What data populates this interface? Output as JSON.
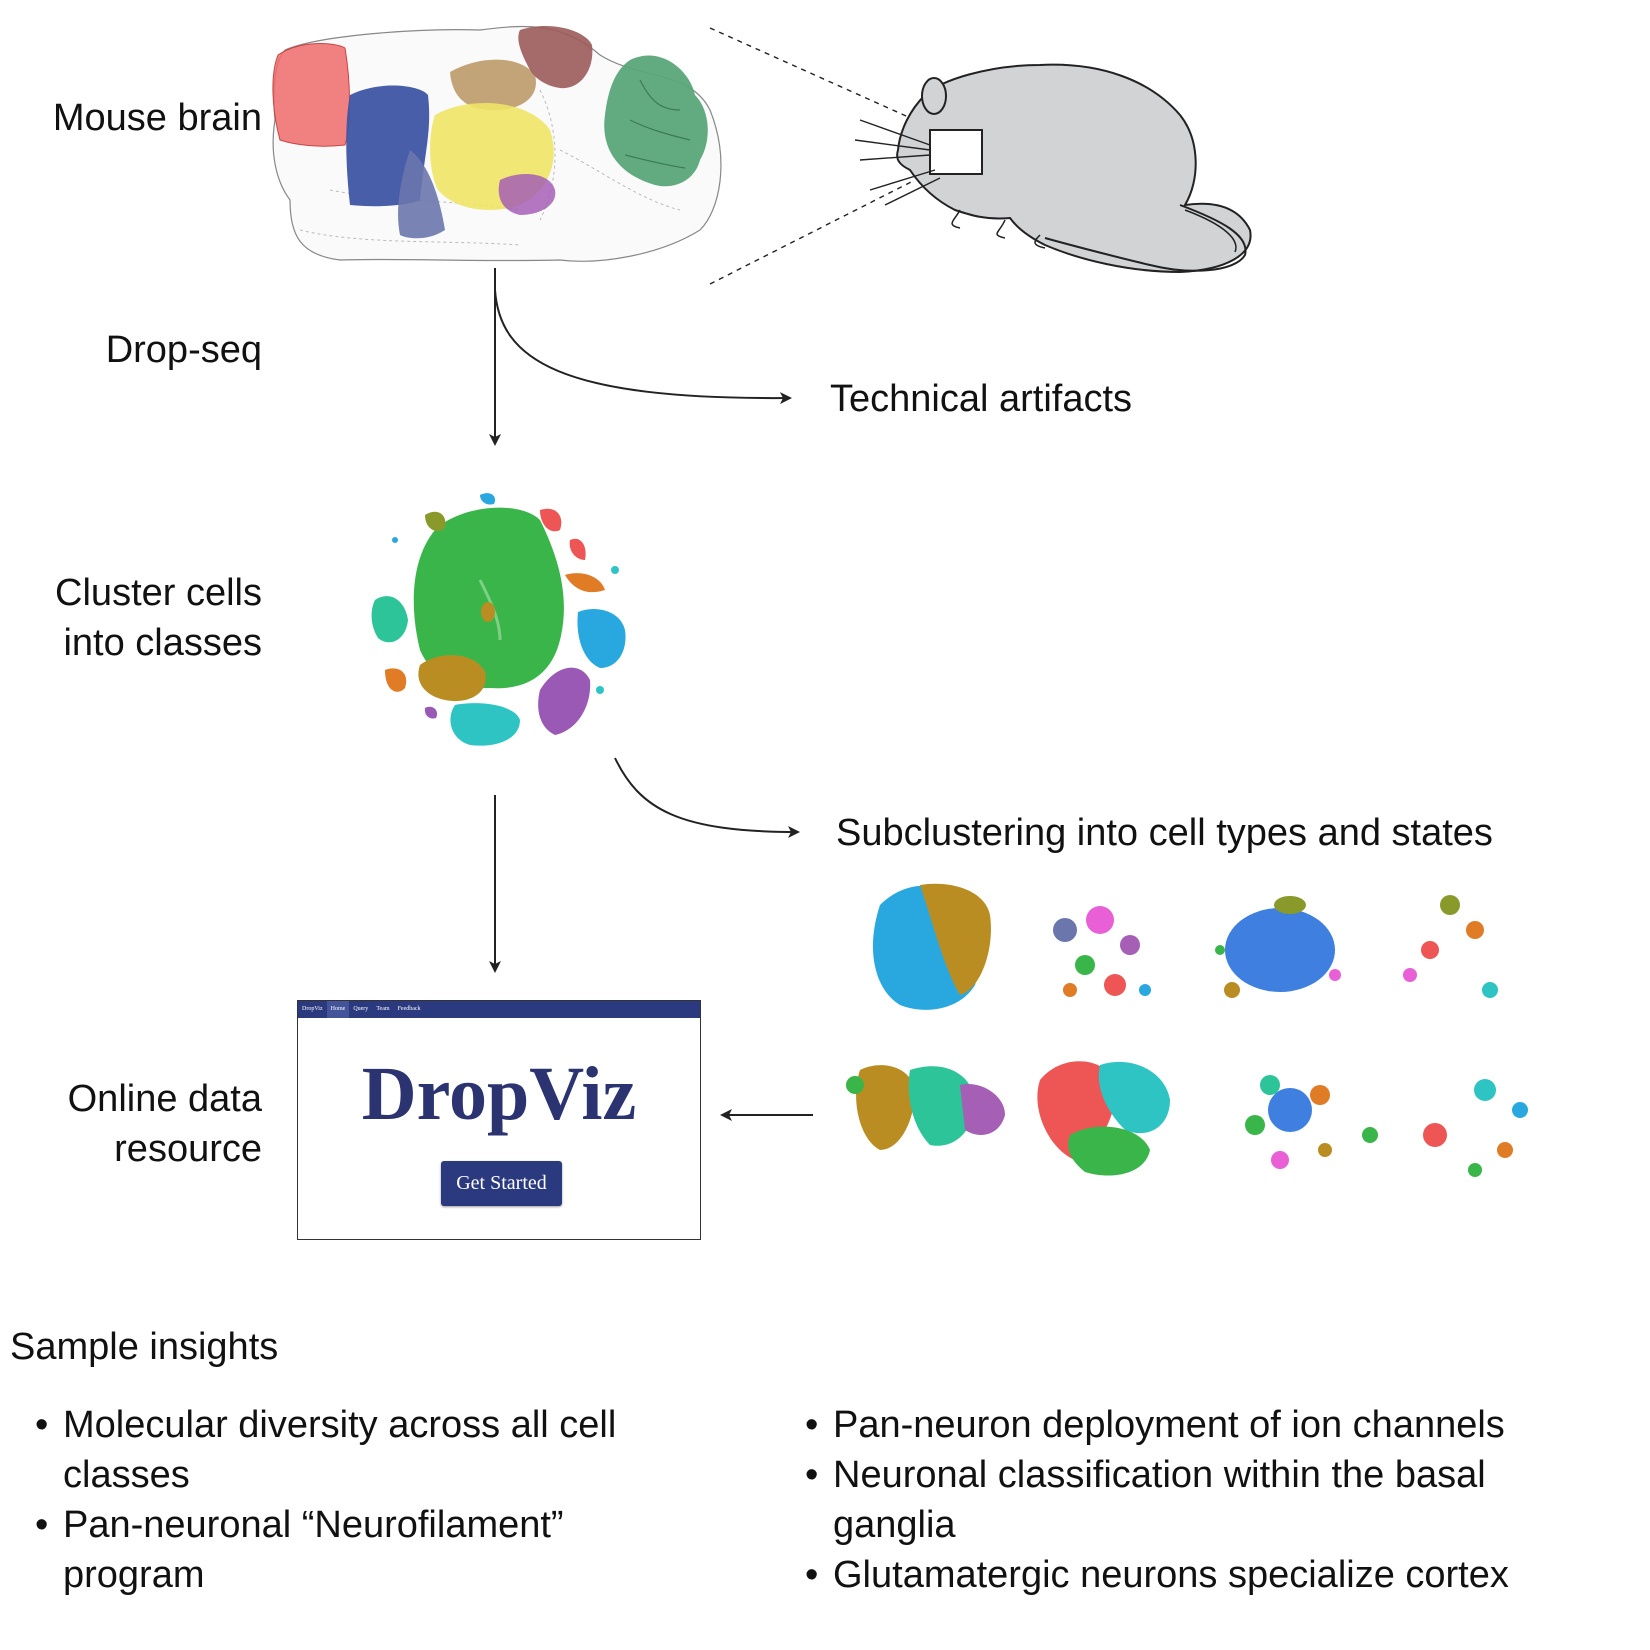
{
  "steps": {
    "mouse_brain": "Mouse brain",
    "drop_seq": "Drop-seq",
    "technical_artifacts": "Technical artifacts",
    "cluster_line1": "Cluster cells",
    "cluster_line2": "into classes",
    "subclustering": "Subclustering into cell types and states",
    "online_line1": "Online data",
    "online_line2": "resource"
  },
  "dropviz": {
    "nav": [
      "DropViz",
      "Home",
      "Query",
      "Team",
      "Feedback"
    ],
    "title": "DropViz",
    "button": "Get Started",
    "brand_color": "#2b3a7e"
  },
  "insights": {
    "title": "Sample insights",
    "left": [
      "Molecular diversity across all cell classes",
      "Pan-neuronal “Neurofilament” program"
    ],
    "right": [
      "Pan-neuron deployment of ion channels",
      "Neuronal classification within the basal ganglia",
      "Glutamatergic neurons specialize cortex"
    ]
  },
  "colors": {
    "region_red": "#ee6b6b",
    "region_blue": "#3e55a3",
    "region_slate": "#6a76ac",
    "region_brown": "#b89460",
    "region_maroon": "#9b5b5b",
    "region_yellow": "#eee466",
    "region_purple": "#a55fb5",
    "region_green": "#5aa77a",
    "mouse_fill": "#d2d3d5",
    "cluster_green": "#39b54a",
    "cluster_blue": "#29a8e0",
    "cluster_gold": "#b98d22",
    "cluster_purple": "#9b59b6",
    "cluster_teal": "#2ec4c4",
    "cluster_orange": "#e07b26",
    "cluster_red": "#ee5555",
    "cluster_olive": "#8a9a2a"
  }
}
